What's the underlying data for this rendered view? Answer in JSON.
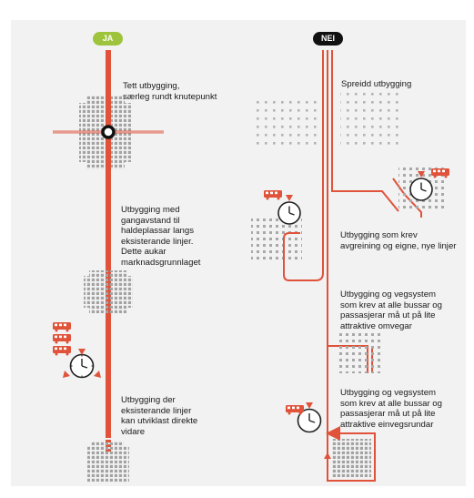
{
  "colors": {
    "background": "#f2f2f2",
    "route": "#e0523a",
    "dots": "#aaaaaa",
    "ja_pill": "#9dc43c",
    "nei_pill": "#111111",
    "text": "#1a1a1a"
  },
  "header": {
    "ja": "JA",
    "nei": "NEI"
  },
  "ja_column": {
    "label_1": "Tett utbygging,\nsærleg rundt knutepunkt",
    "label_2": "Utbygging med\ngangavstand til\nhaldeplassar langs\neksisterande linjer.\nDette aukar\nmarknadsgrunnlaget",
    "label_3": "Utbygging der\neksisterande linjer\nkan utviklast direkte\nvidare"
  },
  "nei_column": {
    "label_1": "Spreidd utbygging",
    "label_2": "Utbygging som krev\navgreining og eigne, nye linjer",
    "label_3": "Utbygging og vegsystem\nsom krev at alle bussar og\npassasjerar må ut på lite\nattraktive omvegar",
    "label_4": "Utbygging og vegsystem\nsom krev at alle bussar og\npassasjerar må ut på lite\nattraktive einvegsrundar"
  },
  "icons": [
    "bus-icon",
    "clock-icon",
    "route-node-icon",
    "arrow-icon"
  ]
}
